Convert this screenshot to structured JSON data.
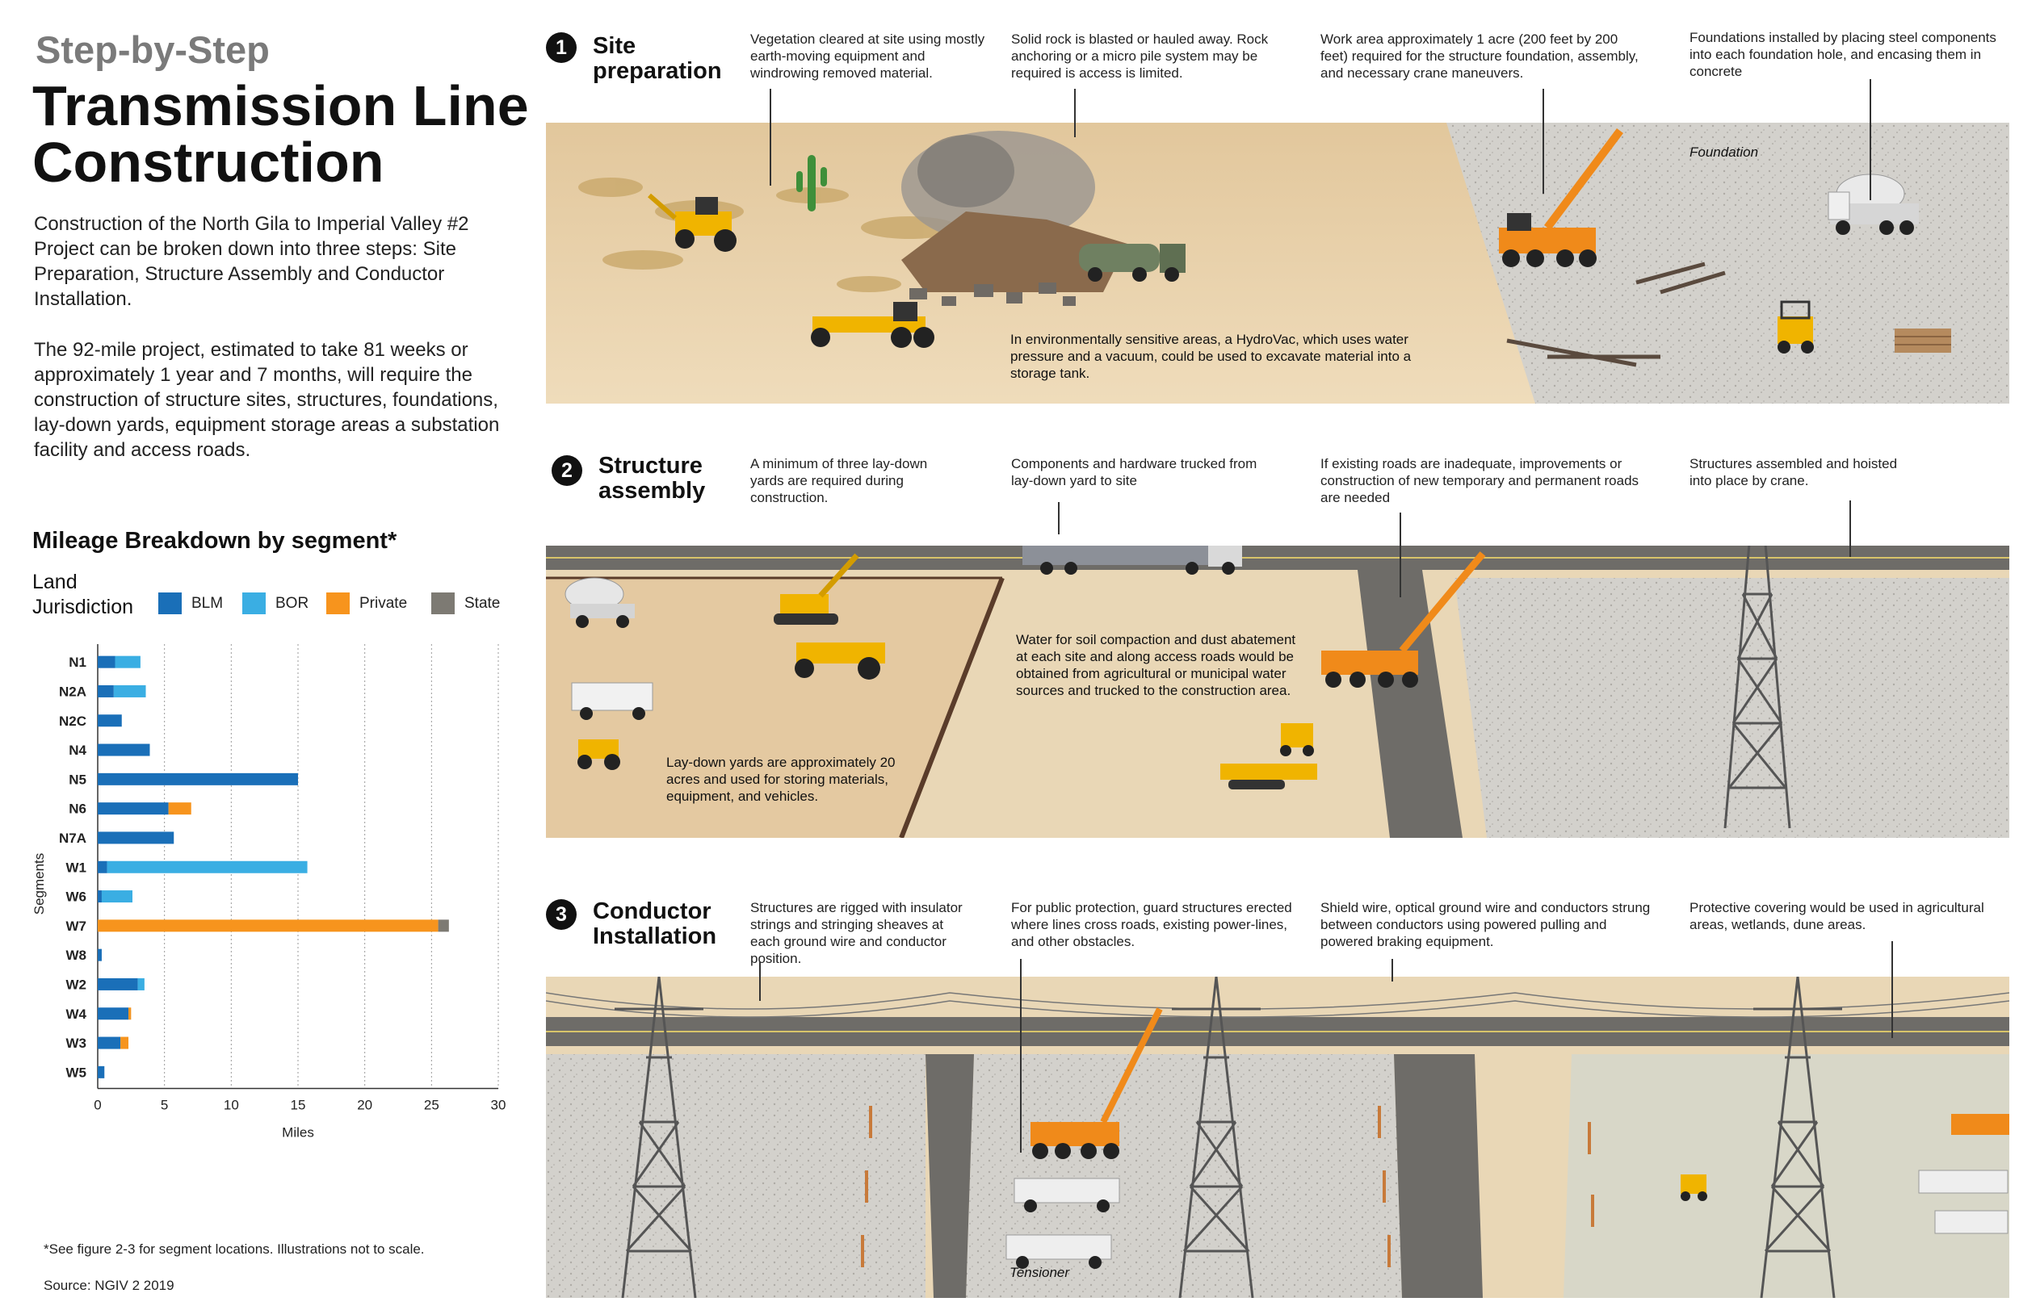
{
  "header": {
    "kicker": "Step-by-Step",
    "title": "Transmission Line Construction"
  },
  "intro": {
    "paragraph_1": "Construction of the North Gila to Imperial Valley #2 Project can be broken down into three steps: Site Preparation, Structure Assembly and Conductor Installation.",
    "paragraph_2": "The 92-mile project, estimated to take 81 weeks or approximately 1 year and 7 months, will require the construction of structure sites, structures, foundations, lay-down yards, equipment storage areas a substation facility and access roads."
  },
  "colors": {
    "blm": "#1a6fb8",
    "bor": "#3aaee3",
    "private": "#f7941d",
    "state": "#7d7a73",
    "sand": "#e9d3ad",
    "gravel": "#cfcdc8",
    "road": "#6e6c68"
  },
  "legend": {
    "title": "Land Jurisdiction",
    "items": [
      {
        "key": "blm",
        "label": "BLM"
      },
      {
        "key": "bor",
        "label": "BOR"
      },
      {
        "key": "private",
        "label": "Private"
      },
      {
        "key": "state",
        "label": "State"
      }
    ]
  },
  "chart_data": {
    "type": "bar",
    "orientation": "horizontal",
    "stacked": true,
    "title": "Mileage Breakdown by segment*",
    "xlabel": "Miles",
    "ylabel": "Segments",
    "xlim": [
      0,
      30
    ],
    "xticks": [
      0,
      5,
      10,
      15,
      20,
      25,
      30
    ],
    "grid": "vertical-dotted",
    "categories": [
      "N1",
      "N2A",
      "N2C",
      "N4",
      "N5",
      "N6",
      "N7A",
      "W1",
      "W6",
      "W7",
      "W8",
      "W2",
      "W4",
      "W3",
      "W5"
    ],
    "series": [
      {
        "name": "BLM",
        "color_key": "blm",
        "values": [
          1.3,
          1.2,
          1.8,
          3.9,
          15.0,
          5.3,
          5.7,
          0.7,
          0.3,
          0,
          0.3,
          3.0,
          2.3,
          1.7,
          0.5
        ]
      },
      {
        "name": "BOR",
        "color_key": "bor",
        "values": [
          1.9,
          2.4,
          0,
          0,
          0,
          0,
          0,
          15.0,
          2.3,
          0,
          0,
          0.5,
          0,
          0,
          0
        ]
      },
      {
        "name": "Private",
        "color_key": "private",
        "values": [
          0,
          0,
          0,
          0,
          0,
          1.7,
          0,
          0,
          0,
          25.5,
          0,
          0,
          0.2,
          0.6,
          0
        ]
      },
      {
        "name": "State",
        "color_key": "state",
        "values": [
          0,
          0,
          0,
          0,
          0,
          0,
          0,
          0,
          0,
          0.8,
          0,
          0,
          0,
          0,
          0
        ]
      }
    ]
  },
  "footnote": "*See figure 2-3 for segment locations. Illustrations not to scale.",
  "source": "Source: NGIV 2 2019",
  "steps": [
    {
      "number": "1",
      "title": "Site preparation",
      "callouts": [
        "Vegetation cleared at site using mostly earth-moving equipment and windrowing removed material.",
        "Solid rock is blasted or hauled away. Rock anchoring or a micro pile system may be required is access is limited.",
        "Work area approximately 1 acre (200 feet by 200 feet) required for the structure foundation, assembly, and necessary crane maneuvers.",
        "Foundations installed by placing steel components into each foundation hole, and encasing them in concrete"
      ],
      "labels": {
        "foundation": "Foundation",
        "hydrovac": "In environmentally sensitive areas, a HydroVac, which uses water pressure and a vacuum, could be used to excavate material into a storage tank."
      }
    },
    {
      "number": "2",
      "title": "Structure assembly",
      "callouts": [
        "A minimum of three lay-down yards are required during construction.",
        "Components and hardware trucked from lay-down yard to site",
        "If existing roads are inadequate, improvements or construction of new temporary and permanent roads are needed",
        "Structures assembled and hoisted into place by crane."
      ],
      "labels": {
        "water": "Water for soil compaction and dust abatement at each site and along access roads would be obtained from agricultural or municipal water sources and trucked to the construction area.",
        "laydown": "Lay-down yards are approximately 20 acres and used for storing materials, equipment, and vehicles."
      }
    },
    {
      "number": "3",
      "title": "Conductor Installation",
      "callouts": [
        "Structures are rigged with insulator strings and stringing sheaves at each ground wire and conductor position.",
        "For public protection, guard structures erected where lines cross roads, existing power-lines, and other obstacles.",
        "Shield wire, optical ground wire and conductors strung between conductors using powered pulling and powered braking equipment.",
        "Protective covering would be used in agricultural areas, wetlands, dune areas."
      ],
      "labels": {
        "tensioner": "Tensioner"
      }
    }
  ]
}
